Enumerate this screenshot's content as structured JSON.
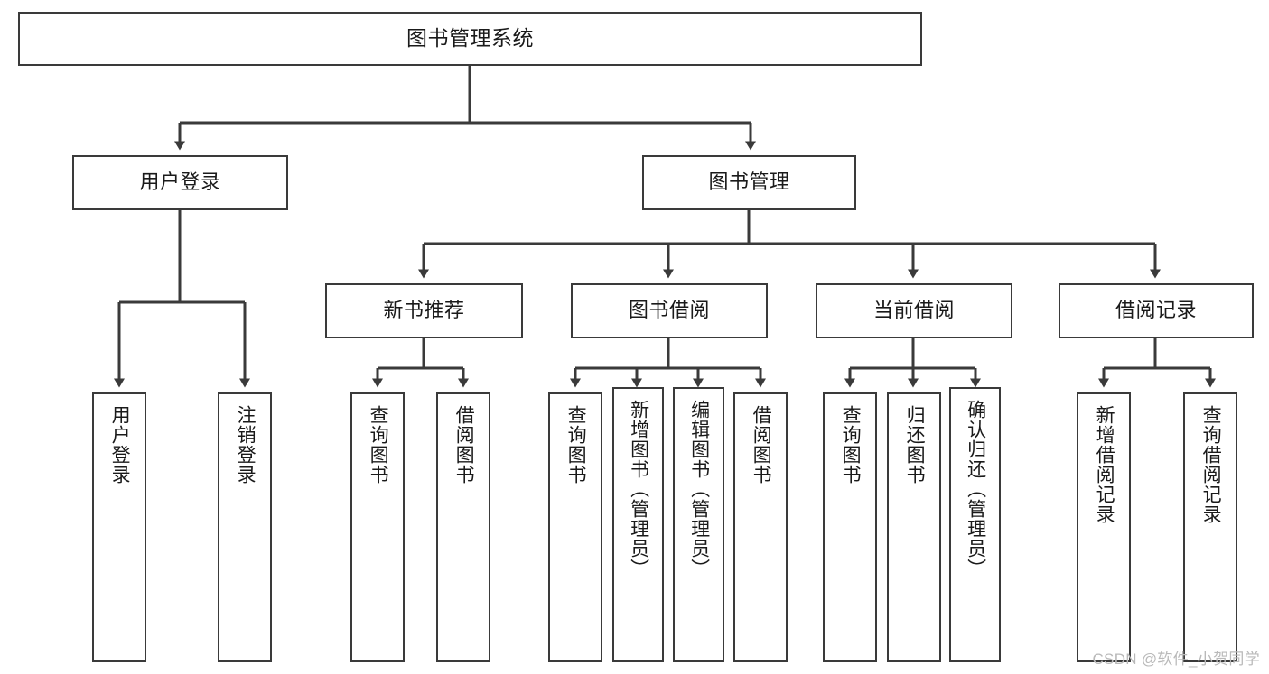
{
  "diagram": {
    "title": "图书管理系统",
    "root": {
      "label": "图书管理系统"
    },
    "level2": [
      {
        "label": "用户登录"
      },
      {
        "label": "图书管理"
      }
    ],
    "level3": [
      {
        "label": "新书推荐"
      },
      {
        "label": "图书借阅"
      },
      {
        "label": "当前借阅"
      },
      {
        "label": "借阅记录"
      }
    ],
    "leaves": {
      "user_login": [
        {
          "label": "用户登录"
        },
        {
          "label": "注销登录"
        }
      ],
      "new_book_recommend": [
        {
          "label": "查询图书"
        },
        {
          "label": "借阅图书"
        }
      ],
      "book_borrow": [
        {
          "label": "查询图书"
        },
        {
          "label": "新增图书（管理员）"
        },
        {
          "label": "编辑图书（管理员）"
        },
        {
          "label": "借阅图书"
        }
      ],
      "current_borrow": [
        {
          "label": "查询图书"
        },
        {
          "label": "归还图书"
        },
        {
          "label": "确认归还（管理员）"
        }
      ],
      "borrow_record": [
        {
          "label": "新增借阅记录"
        },
        {
          "label": "查询借阅记录"
        }
      ]
    }
  },
  "watermark": {
    "text": "CSDN @软件_小贺同学"
  },
  "colors": {
    "border": "#3a3a3a",
    "text": "#1a1a1a",
    "background": "#ffffff",
    "watermark": "#b9b9b9"
  }
}
